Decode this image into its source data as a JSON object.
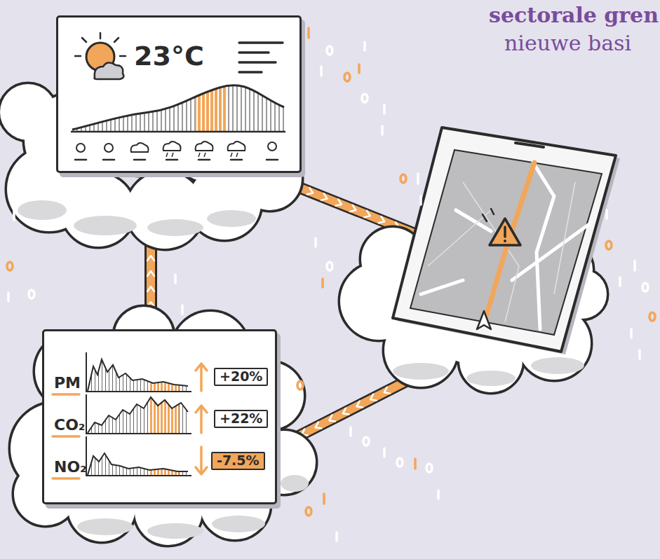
{
  "diagram": {
    "nodes": [
      {
        "text": [
          "23°C"
        ]
      },
      {
        "text": [
          "PM",
          "CO₂",
          "NO₂"
        ]
      },
      {
        "text": [
          "+20%"
        ],
        "in": 1
      },
      {
        "text": [
          "+22%"
        ],
        "in": 1
      },
      {
        "text": [
          "-7.5%"
        ],
        "in": 1
      }
    ],
    "edges": [
      {
        "from": 1,
        "to": 0,
        "arrow": "to"
      }
    ],
    "labels": [
      "sectorale gren",
      "nieuwe basi"
    ]
  }
}
